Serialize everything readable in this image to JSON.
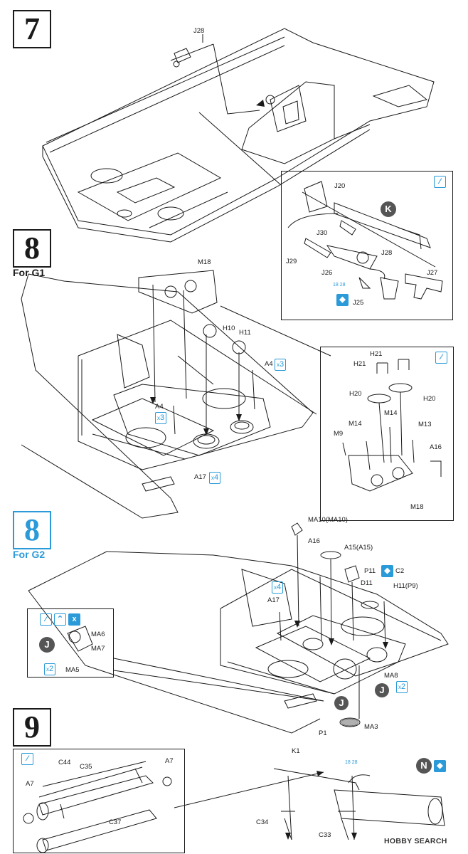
{
  "steps": [
    {
      "number": "7",
      "variant": ""
    },
    {
      "number": "8",
      "variant": "For G1"
    },
    {
      "number": "8",
      "variant": "For G2"
    },
    {
      "number": "9",
      "variant": ""
    }
  ],
  "parts": {
    "s7": [
      "J28"
    ],
    "s7_inset": [
      "J20",
      "J30",
      "J28",
      "J29",
      "J26",
      "J27",
      "J25"
    ],
    "s8g1": [
      "M18",
      "H10",
      "H11",
      "A4",
      "A4",
      "A17"
    ],
    "s8g1_inset": [
      "H21",
      "H21",
      "H20",
      "H20",
      "M14",
      "M14",
      "M13",
      "M9",
      "A16",
      "M18"
    ],
    "s8g2": [
      "MA10(MA10)",
      "A16",
      "A15(A15)",
      "P11",
      "C2",
      "D11",
      "H11(P9)",
      "A17",
      "MA8",
      "MA3",
      "P1"
    ],
    "s8g2_inset": [
      "MA6",
      "MA7",
      "MA5"
    ],
    "s9": [
      "C44",
      "C35",
      "A7",
      "A7",
      "C37",
      "K1",
      "C34",
      "C33"
    ]
  },
  "callouts": {
    "K": "K",
    "J": "J",
    "N": "N"
  },
  "multipliers": {
    "x3a": "3",
    "x3b": "3",
    "x4a": "4",
    "x4b": "4",
    "x2a": "2",
    "x2b": "2"
  },
  "symbols": {
    "x": "x",
    "c2": "C2",
    "n18a": "18",
    "n18b": "28",
    "n18c": "18",
    "n18d": "28"
  },
  "watermark": "HOBBY SEARCH",
  "icon_names": [
    "glue-icon",
    "optional-part-icon",
    "choose-one-icon",
    "remove-part-icon",
    "fold-icon"
  ],
  "colors": {
    "accent": "#2a9ad8",
    "ink": "#1a1a1a",
    "callout": "#555555"
  }
}
